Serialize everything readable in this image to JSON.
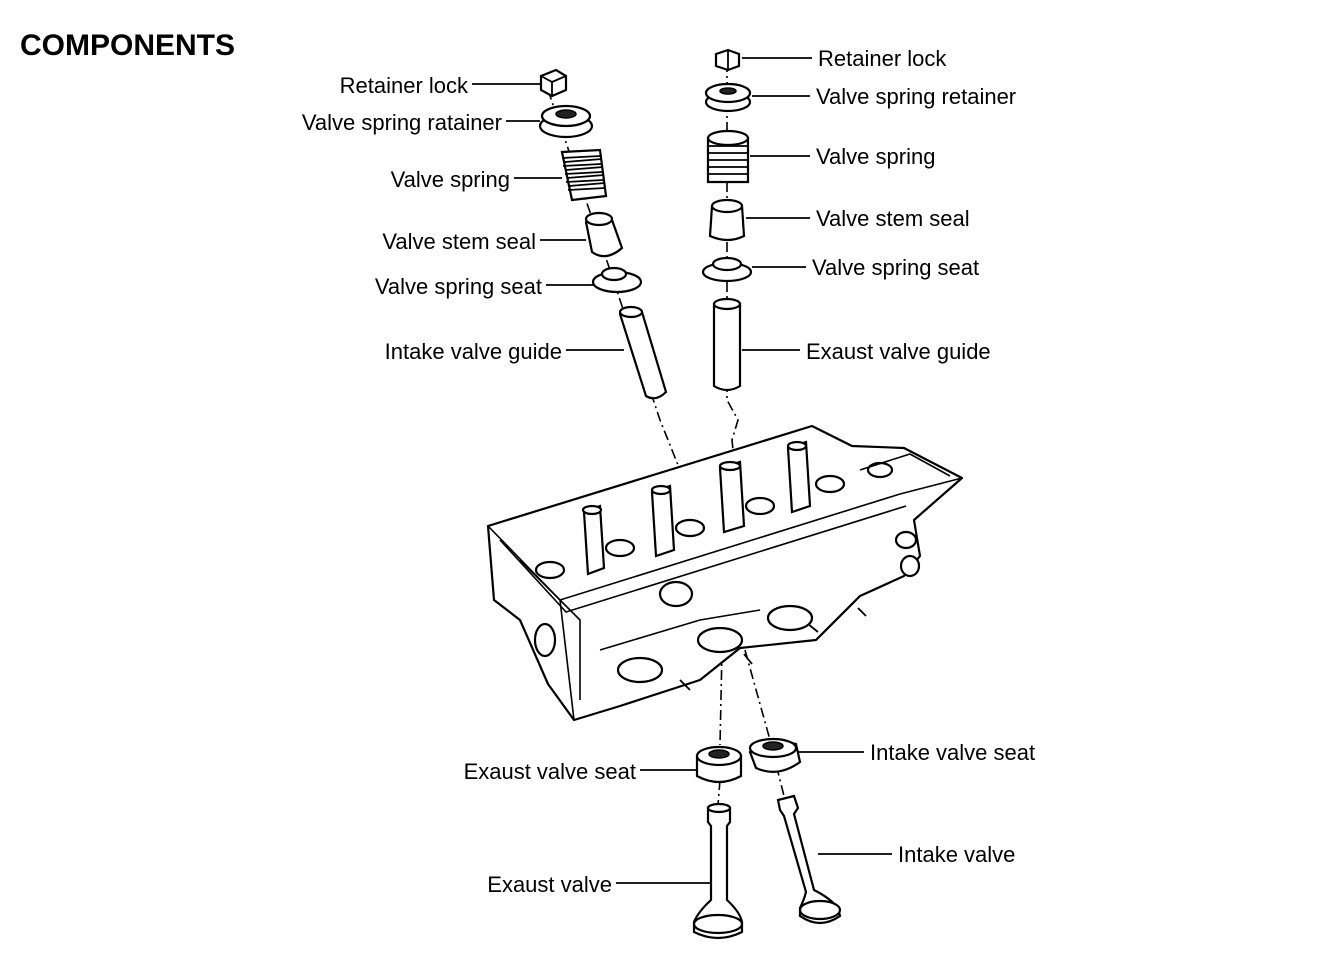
{
  "title": "COMPONENTS",
  "labels": {
    "left_retainer_lock": "Retainer lock",
    "left_valve_spring_retainer": "Valve spring ratainer",
    "left_valve_spring": "Valve spring",
    "left_valve_stem_seal": "Valve stem seal",
    "left_valve_spring_seat": "Valve spring seat",
    "intake_valve_guide": "Intake valve guide",
    "right_retainer_lock": "Retainer lock",
    "right_valve_spring_retainer": "Valve spring retainer",
    "right_valve_spring": "Valve spring",
    "right_valve_stem_seal": "Valve stem seal",
    "right_valve_spring_seat": "Valve spring seat",
    "exhaust_valve_guide": "Exaust valve guide",
    "exhaust_valve_seat": "Exaust valve seat",
    "intake_valve_seat": "Intake valve seat",
    "intake_valve": "Intake valve",
    "exhaust_valve": "Exaust valve"
  }
}
